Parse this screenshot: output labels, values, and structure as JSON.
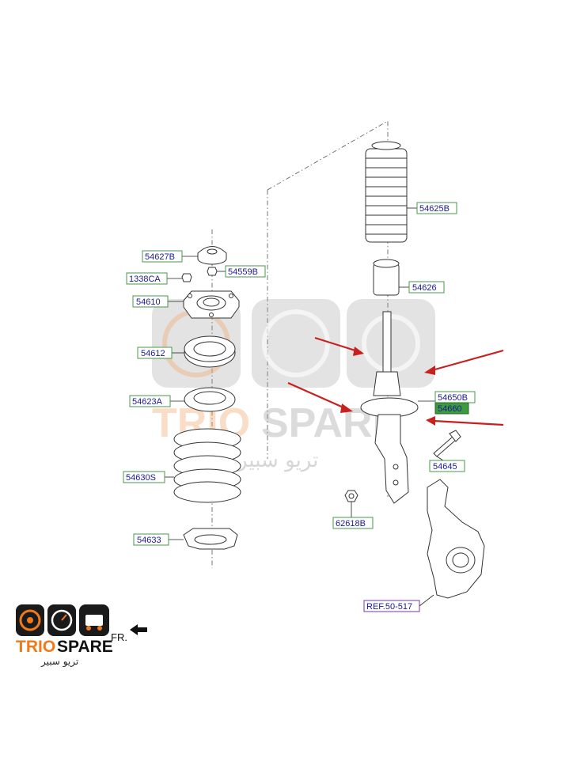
{
  "parts": [
    {
      "id": "54627B",
      "label": "54627B"
    },
    {
      "id": "1338CA",
      "label": "1338CA"
    },
    {
      "id": "54559B",
      "label": "54559B"
    },
    {
      "id": "54610",
      "label": "54610"
    },
    {
      "id": "54612",
      "label": "54612"
    },
    {
      "id": "54623A",
      "label": "54623A"
    },
    {
      "id": "54630S",
      "label": "54630S"
    },
    {
      "id": "54633",
      "label": "54633"
    },
    {
      "id": "54625B",
      "label": "54625B"
    },
    {
      "id": "54626",
      "label": "54626"
    },
    {
      "id": "54650B",
      "label": "54650B"
    },
    {
      "id": "54660",
      "label": "54660",
      "highlighted": true
    },
    {
      "id": "54645",
      "label": "54645"
    },
    {
      "id": "62618B",
      "label": "62618B"
    }
  ],
  "reference": {
    "label": "REF.50-517"
  },
  "direction_marker": {
    "label": "FR."
  },
  "watermark": {
    "brand": "TRIO SPARE",
    "arabic": "تريو سبير"
  },
  "logo": {
    "brand_part1": "TRIO",
    "brand_part2": "SPARE",
    "arabic": "تريو سبير"
  },
  "colors": {
    "label_text": "#1a1a99",
    "label_border": "#4a9a4a",
    "highlight_fill": "#3c9b3c",
    "ref_border": "#7a3aa0",
    "arrow": "#c8201e",
    "logo_orange": "#f07a1a"
  },
  "icons": [
    "brake-disc-icon",
    "speedometer-icon",
    "engine-icon"
  ]
}
